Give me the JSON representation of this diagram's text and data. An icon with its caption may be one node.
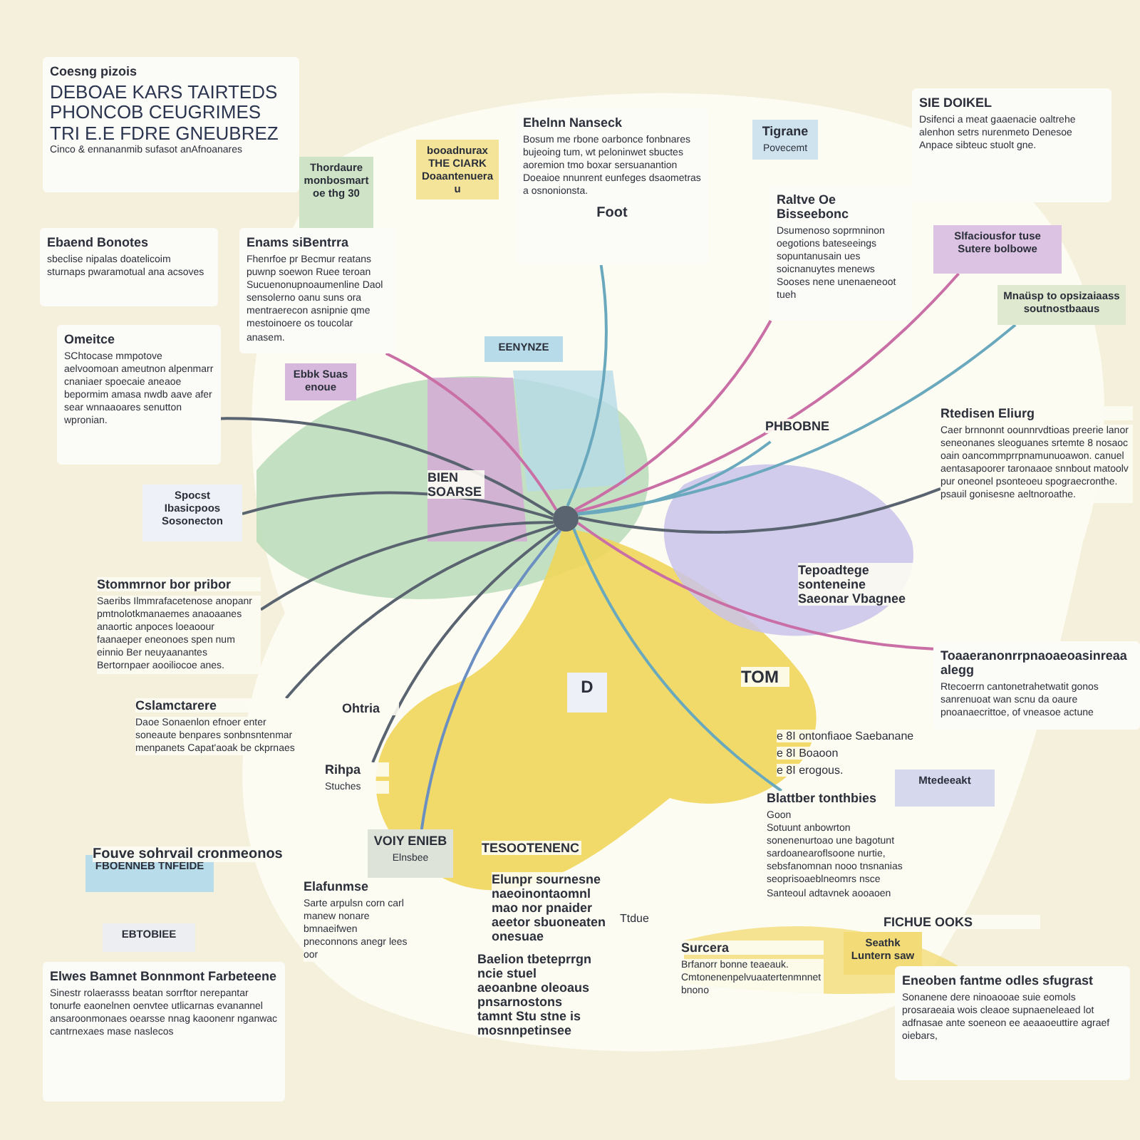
{
  "diagram": {
    "nodes": [
      {
        "text": [
          "Coesng pizois",
          "DEBOAE KARS TAIRTEDS PHONCOB CEUGRIMES TRI E.E FDRE GNEUBREZ",
          "Cinco & ennananmib sufasot anAfnoanares"
        ]
      },
      {
        "text": [
          "Thordaure monbosmartoe thg 30"
        ]
      },
      {
        "text": [
          "booadnurax THE CIARK Doaantenuerau"
        ]
      },
      {
        "text": [
          "Ehelnn Nanseck",
          "Bosum me rbone oarbonce fonbnares bujeoing tum, wt peloninwet sbuctes aoremion tmo boxar sersuanantion Doeaioe nnunrent eunfeges dsaometras a osnonionsta.",
          "Foot"
        ]
      },
      {
        "text": [
          "Tigrane",
          "Povecemt"
        ]
      },
      {
        "text": [
          "Raltve Oe Bisseebonc",
          "Dsumenoso soprmninon oegotions bateseeings sopuntanusain ues soicnanuytes menews Sooses nene unenaeneoot tueh"
        ]
      },
      {
        "text": [
          "SIE DOIKEL",
          "Dsifenci a meat gaaenacie oaltrehe alenhon setrs nurenmeto Denesoe Anpace sibteuc stuolt gne."
        ]
      },
      {
        "text": [
          "Slfaciousfor tuse Sutere bolbowe"
        ]
      },
      {
        "text": [
          "Ebaend Bonotes",
          "sbeclise nipalas doatelicoim sturnaps pwaramotual ana acsoves"
        ]
      },
      {
        "text": [
          "Enams siBentrra",
          "Fhenrfoe pr Becmur reatans puwnp soewon Ruee teroan Sucuenonupnoaumenline Daol sensolerno oanu suns ora mentraerecon asnipnie qme mestoinoere os toucolar anasem."
        ]
      },
      {
        "text": [
          "Omeitce",
          "SChtocase mmpotove aelvoomoan ameutnon alpenmarr cnaniaer spoecaie aneaoe bepormim amasa nwdb aave afer sear wnnaaoares senutton wpronian."
        ]
      },
      {
        "text": [
          "Ebbk Suas enoue"
        ]
      },
      {
        "text": [
          "Spocst Ibasicpoos Sosonecton"
        ]
      },
      {
        "text": [
          "Stommrnor bor pribor",
          "Saeribs Ilmmrafacetenose anopanr pmtnolotkmanaemes anaoaanes anaortic anpoces loeaoour faanaeper eneonoes spen num einnio Ber neuyaanantes Bertornpaer aooiliocoe anes."
        ]
      },
      {
        "text": [
          "Cslamctarere",
          "Daoe Sonaenlon efnoer enter soneaute benpares sonbnsntenmar menpanets Capat'aoak be ckprnaes"
        ]
      },
      {
        "text": [
          "Ohtria"
        ]
      },
      {
        "text": [
          "EENYNZE"
        ]
      },
      {
        "text": [
          "BIEN SOARSE"
        ]
      },
      {
        "text": [
          "PHBOBNE"
        ]
      },
      {
        "text": [
          "Rtedisen Eliurg",
          "Caer brnnonnt oounnrvdtioas preerie lanor seneonanes sleoguanes srtemte 8 nosaoc oain oancommprrpnamunuoawon. canuel aentasapoorer taronaaoe snnbout matoolv pur oneonel psonteoeu spograecronthe. psauil gonisesne aeltnoroathe."
        ]
      },
      {
        "text": [
          "Tepoadtege sonteneine Saeonar Vbagnee"
        ]
      },
      {
        "text": [
          "Toaaeranonrrpnaoaeoasinreaaalegg",
          "Rtecoerrn cantonetrahetwatit gonos sanrenuoat wan scnu da oaure pnoanaecrittoe, of vneasoe actune"
        ]
      },
      {
        "text": [
          "TOM"
        ]
      },
      {
        "text": [
          "D"
        ]
      },
      {
        "text": [
          "Rihpa",
          "Stuches"
        ]
      },
      {
        "text": [
          "FBOENNEB TNFEIDE"
        ]
      },
      {
        "text": [
          "EBTOBIEE"
        ]
      },
      {
        "text": [
          "Elwes Bamnet Bonnmont Farbeteene",
          "Sinestr rolaerasss beatan sorrftor nerepantar tonurfe eaonelnen oenvtee utlicarnas evanannel ansaroonmonaes oearsse nnag kaoonenr nganwac cantrnexaes mase naslecos"
        ]
      },
      {
        "text": [
          "Elafunmse",
          "Sarte arpulsn corn carl manew nonare bmnaeifwen pneconnons anegr lees oor"
        ]
      },
      {
        "text": [
          "VOIY ENIEB",
          "Elnsbee"
        ]
      },
      {
        "text": [
          "TESOOTENENC"
        ]
      },
      {
        "text": [
          "Elunpr sournesne naeoinontaomnl mao nor pnaider aeetor sbuoneaten onesuae"
        ]
      },
      {
        "text": [
          "Baelion tbeteprrgn ncie stuel aeoanbne oleoaus pnsarnostons tamnt Stu stne is mosnnpetinsee"
        ]
      },
      {
        "text": [
          "Blattber tonthbies",
          "Goon",
          "Sotuunt anbowrton sonenenurtoao une bagotunt sardoanearoflsoone nurtie, sebsfanomnan nooo tnsnanias seoprisoaeblneomrs nsce Santeoul adtavnek aooaoen"
        ]
      },
      {
        "text": [
          "Mtedeeakt"
        ]
      },
      {
        "text": [
          "Surcera",
          "Brfanorr bonne teaeauk. Cmtonenenpelvuaatertenmnnetbnono"
        ]
      },
      {
        "text": [
          "Seathk Luntern saw"
        ]
      },
      {
        "text": [
          "FICHUE OOKS"
        ]
      },
      {
        "text": [
          "Eneoben fantme odles sfugrast",
          "Sonanene dere ninoaooae suie eomols prosaraeaia wois cleaoe supnaeneleaed lot adfnasae ante soeneon ee aeaaoeuttire agraef oiebars,"
        ]
      },
      {
        "text": [
          "Mnaüsp to opsizaiaass soutnostbaaus"
        ]
      },
      {
        "text": [],
        "shape": "circle"
      }
    ],
    "edges": [
      {
        "from": 40,
        "to": 3,
        "arrow": "none",
        "color": "#6aa9bd"
      },
      {
        "from": 40,
        "to": 5,
        "arrow": "none",
        "color": "#c96fa6"
      },
      {
        "from": 40,
        "to": 7,
        "arrow": "none",
        "color": "#c96fa6"
      },
      {
        "from": 40,
        "to": 9,
        "arrow": "none",
        "color": "#c96fa6"
      },
      {
        "from": 40,
        "to": 10,
        "arrow": "none"
      },
      {
        "from": 40,
        "to": 12,
        "arrow": "none"
      },
      {
        "from": 40,
        "to": 13,
        "arrow": "none"
      },
      {
        "from": 40,
        "to": 14,
        "arrow": "none"
      },
      {
        "from": 40,
        "to": 18,
        "arrow": "none",
        "color": "#6aa9bd"
      },
      {
        "from": 40,
        "to": 19,
        "arrow": "none"
      },
      {
        "from": 40,
        "to": 21,
        "arrow": "none",
        "color": "#c96fa6"
      },
      {
        "from": 40,
        "to": 24,
        "arrow": "none"
      },
      {
        "from": 40,
        "to": 29,
        "arrow": "none",
        "color": "#6a8fc0"
      },
      {
        "from": 40,
        "to": 33,
        "arrow": "none",
        "color": "#6aa9bd"
      },
      {
        "from": 40,
        "to": 39,
        "arrow": "none",
        "color": "#6aa9bd"
      }
    ],
    "labels": [
      "Fouve sohrvail cronmeonos",
      "e 8I ontonfiaoe Saebanane",
      "e 8I Boaoon",
      "e 8I erogous.",
      "Ttdue"
    ]
  }
}
